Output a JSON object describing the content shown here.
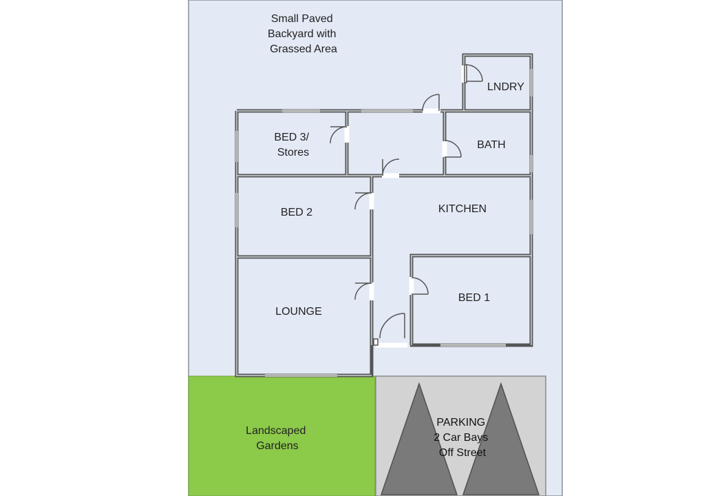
{
  "plan": {
    "backyard_label": [
      "Small Paved",
      "Backyard with",
      "Grassed Area"
    ],
    "rooms": {
      "laundry": "LNDRY",
      "bath": "BATH",
      "bed3": [
        "BED 3/",
        "Stores"
      ],
      "bed2": "BED 2",
      "kitchen": "KITCHEN",
      "lounge": "LOUNGE",
      "bed1": "BED 1"
    },
    "gardens_label": [
      "Landscaped",
      "Gardens"
    ],
    "parking_label": [
      "PARKING",
      "2 Car Bays",
      "Off Street"
    ],
    "colors": {
      "lot": "#e3e9f5",
      "lot_border": "#8a8f99",
      "gardens": "#8cca4a",
      "parking": "#d3d3d3",
      "car_marker": "#7a7a7a",
      "wall": "#555555"
    }
  }
}
